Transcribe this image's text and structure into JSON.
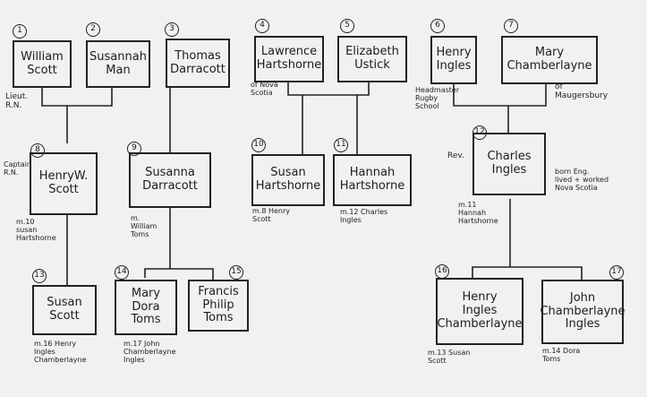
{
  "diagram": {
    "people": [
      {
        "id": "p1",
        "num": "1",
        "name": "William\nScott"
      },
      {
        "id": "p2",
        "num": "2",
        "name": "Susannah\nMan"
      },
      {
        "id": "p3",
        "num": "3",
        "name": "Thomas\nDarracott"
      },
      {
        "id": "p4",
        "num": "4",
        "name": "Lawrence\nHartshorne"
      },
      {
        "id": "p5",
        "num": "5",
        "name": "Elizabeth\nUstick"
      },
      {
        "id": "p6",
        "num": "6",
        "name": "Henry\nIngles"
      },
      {
        "id": "p7",
        "num": "7",
        "name": "Mary\nChamberlayne"
      },
      {
        "id": "p8",
        "num": "8",
        "name": "HenryW.\nScott"
      },
      {
        "id": "p9",
        "num": "9",
        "name": "Susanna\nDarracott"
      },
      {
        "id": "p10",
        "num": "10",
        "name": "Susan\nHartshorne"
      },
      {
        "id": "p11",
        "num": "11",
        "name": "Hannah\nHartshorne"
      },
      {
        "id": "p12",
        "num": "12",
        "name": "Charles\nIngles"
      },
      {
        "id": "p13",
        "num": "13",
        "name": "Susan\nScott"
      },
      {
        "id": "p14",
        "num": "14",
        "name": "Mary\nDora\nToms"
      },
      {
        "id": "p15",
        "num": "15",
        "name": "Francis\nPhilip\nToms"
      },
      {
        "id": "p16",
        "num": "16",
        "name": "Henry\nIngles\nChamberlayne"
      },
      {
        "id": "p17",
        "num": "17",
        "name": "John\nChamberlayne\nIngles"
      }
    ],
    "notes": {
      "lieut": "Lieut.\nR.N.",
      "nova_scotia": "of Nova\nScotia",
      "headmaster": "Headmaster\nRugby\nSchool",
      "maugersbury": "of\nMaugersbury",
      "captain": "Captain\nR.N.",
      "rev": "Rev.",
      "born": "born Eng.\nlived + worked\nNova Scotia",
      "m_susan_h": "m.10\nsusan\nHartshorne",
      "m_william_toms": "m.\nWilliam\nToms",
      "m_henry_scott": "m.8 Henry\nScott",
      "m_charles_ingles": "m.12 Charles\nIngles",
      "m_hannah_h": "m.11\nHannah\nHartshorne",
      "m_henry_ingles_ch": "m.16 Henry\nIngles\nChamberlayne",
      "m_john_ch_ingles": "m.17 John\nChamberlayne\nIngles",
      "m_susan_scott": "m.13 Susan\nScott",
      "m_dora_toms": "m.14 Dora\nToms"
    }
  }
}
